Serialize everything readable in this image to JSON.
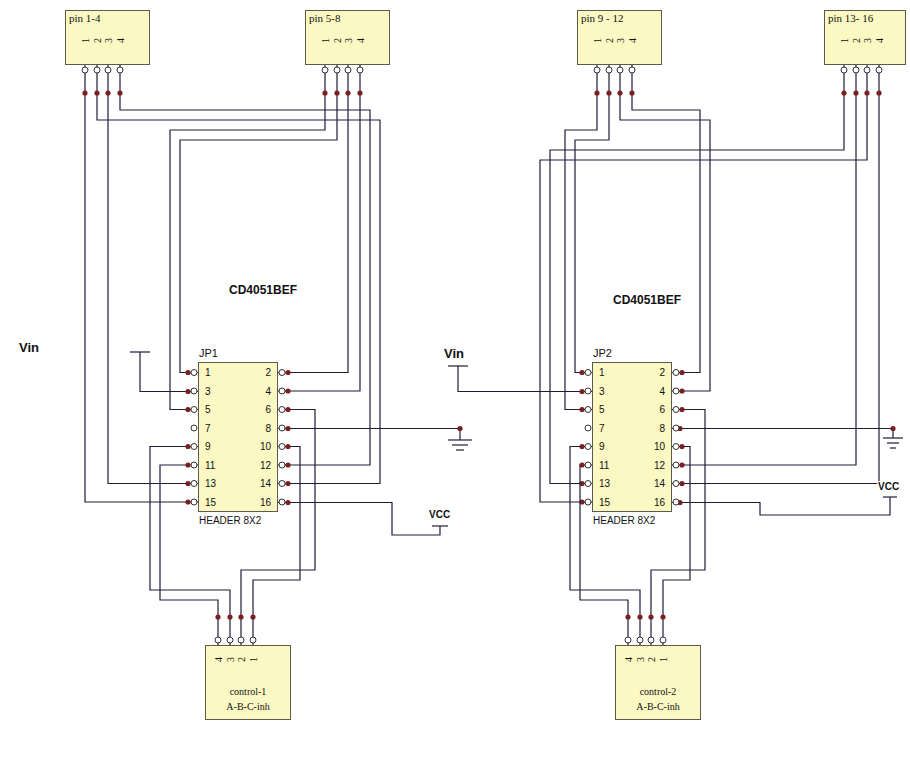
{
  "diagram": {
    "nodes": [
      {
        "text": [
          "pin 1-4",
          "1",
          "2",
          "3",
          "4"
        ]
      },
      {
        "text": [
          "pin 5-8",
          "1",
          "2",
          "3",
          "4"
        ]
      },
      {
        "text": [
          "pin 9 - 12",
          "1",
          "2",
          "3",
          "4"
        ]
      },
      {
        "text": [
          "pin 13- 16",
          "1",
          "2",
          "3",
          "4"
        ]
      },
      {
        "text": [
          "JP1",
          "1",
          "2",
          "3",
          "4",
          "5",
          "6",
          "7",
          "8",
          "9",
          "10",
          "11",
          "12",
          "13",
          "14",
          "15",
          "16",
          "HEADER 8X2"
        ]
      },
      {
        "text": [
          "JP2",
          "1",
          "2",
          "3",
          "4",
          "5",
          "6",
          "7",
          "8",
          "9",
          "10",
          "11",
          "12",
          "13",
          "14",
          "15",
          "16",
          "HEADER 8X2"
        ]
      },
      {
        "text": [
          "4",
          "3",
          "2",
          "1",
          "control-1",
          "A-B-C-inh"
        ]
      },
      {
        "text": [
          "4",
          "3",
          "2",
          "1",
          "control-2",
          "A-B-C-inh"
        ]
      }
    ],
    "edges": [
      {
        "from": 0,
        "to": 4,
        "arrow": "none"
      },
      {
        "from": 0,
        "to": 4,
        "arrow": "none"
      },
      {
        "from": 0,
        "to": 4,
        "arrow": "none"
      },
      {
        "from": 0,
        "to": 4,
        "arrow": "none"
      },
      {
        "from": 1,
        "to": 4,
        "arrow": "none"
      },
      {
        "from": 1,
        "to": 4,
        "arrow": "none"
      },
      {
        "from": 1,
        "to": 4,
        "arrow": "none"
      },
      {
        "from": 1,
        "to": 4,
        "arrow": "none"
      },
      {
        "from": 2,
        "to": 5,
        "arrow": "none"
      },
      {
        "from": 2,
        "to": 5,
        "arrow": "none"
      },
      {
        "from": 2,
        "to": 5,
        "arrow": "none"
      },
      {
        "from": 2,
        "to": 5,
        "arrow": "none"
      },
      {
        "from": 3,
        "to": 5,
        "arrow": "none"
      },
      {
        "from": 3,
        "to": 5,
        "arrow": "none"
      },
      {
        "from": 3,
        "to": 5,
        "arrow": "none"
      },
      {
        "from": 3,
        "to": 5,
        "arrow": "none"
      },
      {
        "from": 6,
        "to": 4,
        "arrow": "none"
      },
      {
        "from": 6,
        "to": 4,
        "arrow": "none"
      },
      {
        "from": 6,
        "to": 4,
        "arrow": "none"
      },
      {
        "from": 6,
        "to": 4,
        "arrow": "none"
      },
      {
        "from": 7,
        "to": 5,
        "arrow": "none"
      },
      {
        "from": 7,
        "to": 5,
        "arrow": "none"
      },
      {
        "from": 7,
        "to": 5,
        "arrow": "none"
      },
      {
        "from": 7,
        "to": 5,
        "arrow": "none"
      }
    ],
    "labels": [
      "CD4051BEF",
      "CD4051BEF",
      "Vin",
      "Vin",
      "VCC",
      "VCC"
    ]
  }
}
